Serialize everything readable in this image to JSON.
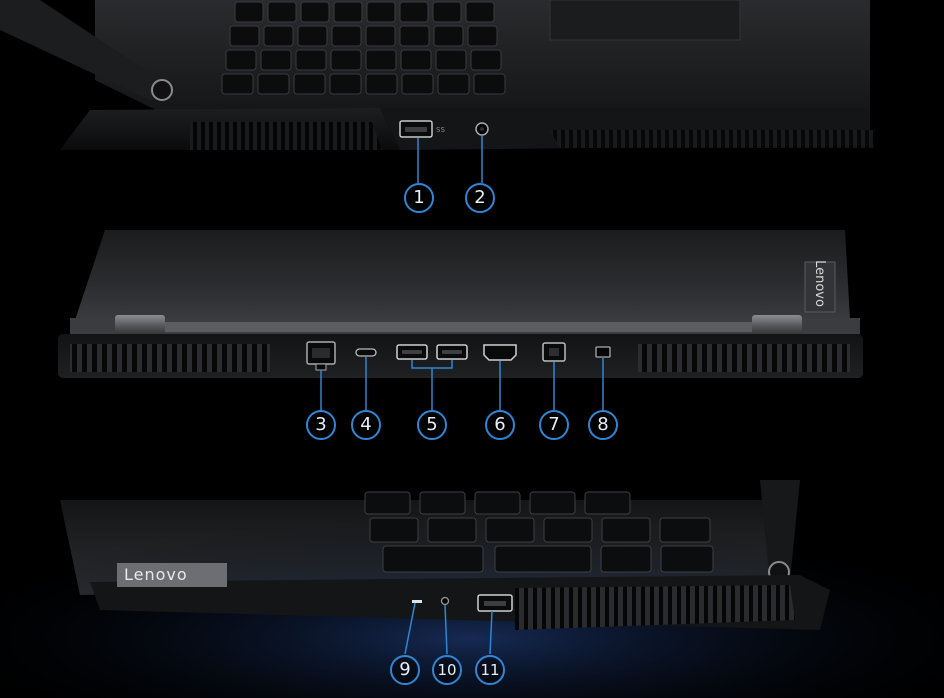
{
  "brand": {
    "logo_text": "Lenovo",
    "accent_color": "#2f86d6"
  },
  "callouts": [
    {
      "number": "1",
      "port": "usb-a-port"
    },
    {
      "number": "2",
      "port": "headphone-jack"
    },
    {
      "number": "3",
      "port": "ethernet-port"
    },
    {
      "number": "4",
      "port": "usb-c-port"
    },
    {
      "number": "5",
      "port": "usb-a-ports"
    },
    {
      "number": "6",
      "port": "hdmi-port"
    },
    {
      "number": "7",
      "port": "power-port"
    },
    {
      "number": "8",
      "port": "security-lock-slot"
    },
    {
      "number": "9",
      "port": "status-led"
    },
    {
      "number": "10",
      "port": "novo-button"
    },
    {
      "number": "11",
      "port": "usb-a-port"
    }
  ]
}
